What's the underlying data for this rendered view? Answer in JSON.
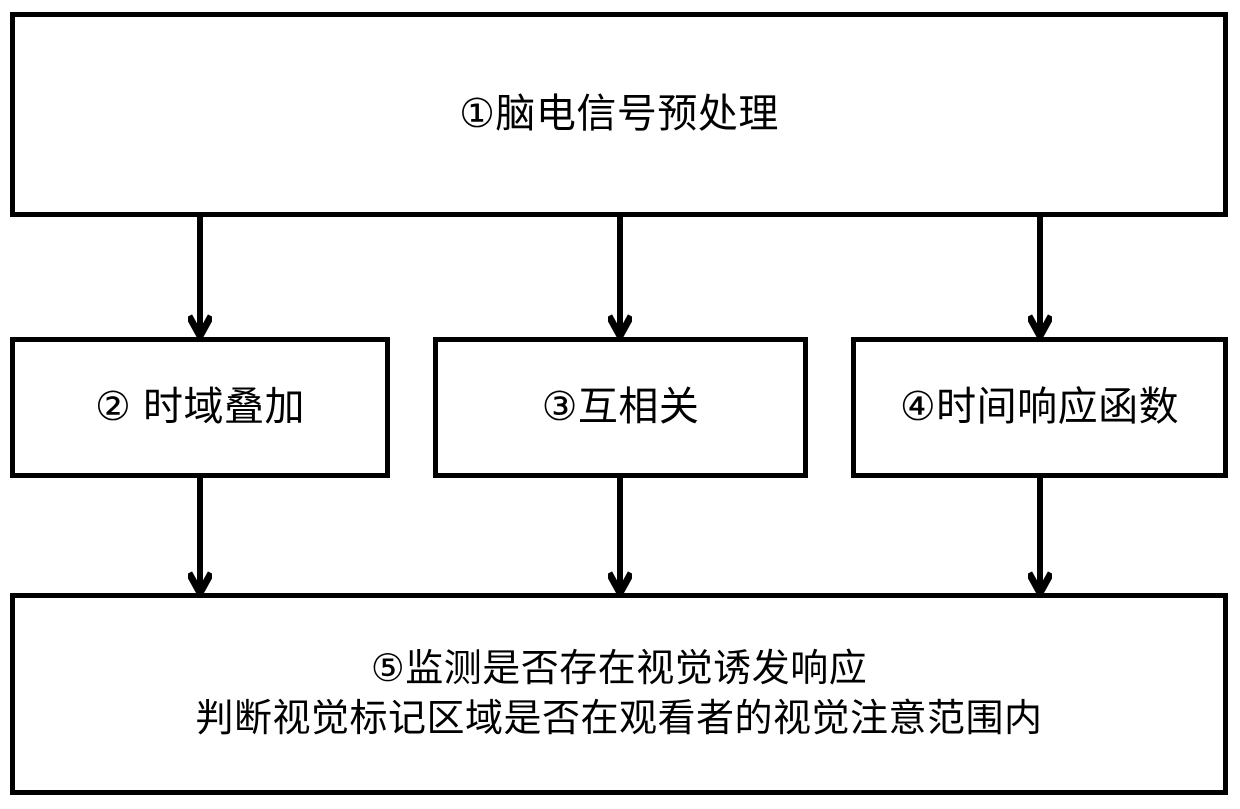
{
  "diagram": {
    "title": "EEG visual evoked response detection flow",
    "background_color": "#ffffff",
    "line_color": "#000000",
    "nodes": [
      {
        "id": "node-1",
        "step": "①",
        "label": "①脑电信号预处理"
      },
      {
        "id": "node-2",
        "step": "②",
        "label": "② 时域叠加"
      },
      {
        "id": "node-3",
        "step": "③",
        "label": "③互相关"
      },
      {
        "id": "node-4",
        "step": "④",
        "label": "④时间响应函数"
      },
      {
        "id": "node-5",
        "step": "⑤",
        "label": "⑤监测是否存在视觉诱发响应\n判断视觉标记区域是否在观看者的视觉注意范围内",
        "line_1": "⑤监测是否存在视觉诱发响应",
        "line_2": "判断视觉标记区域是否在观看者的视觉注意范围内"
      }
    ],
    "connectors": [
      {
        "id": "arrow-1-to-2",
        "from": "node-1",
        "to": "node-2",
        "direction": "down"
      },
      {
        "id": "arrow-1-to-3",
        "from": "node-1",
        "to": "node-3",
        "direction": "down"
      },
      {
        "id": "arrow-1-to-4",
        "from": "node-1",
        "to": "node-4",
        "direction": "down"
      },
      {
        "id": "arrow-2-to-5",
        "from": "node-2",
        "to": "node-5",
        "direction": "down"
      },
      {
        "id": "arrow-3-to-5",
        "from": "node-3",
        "to": "node-5",
        "direction": "down"
      },
      {
        "id": "arrow-4-to-5",
        "from": "node-4",
        "to": "node-5",
        "direction": "down"
      }
    ]
  }
}
